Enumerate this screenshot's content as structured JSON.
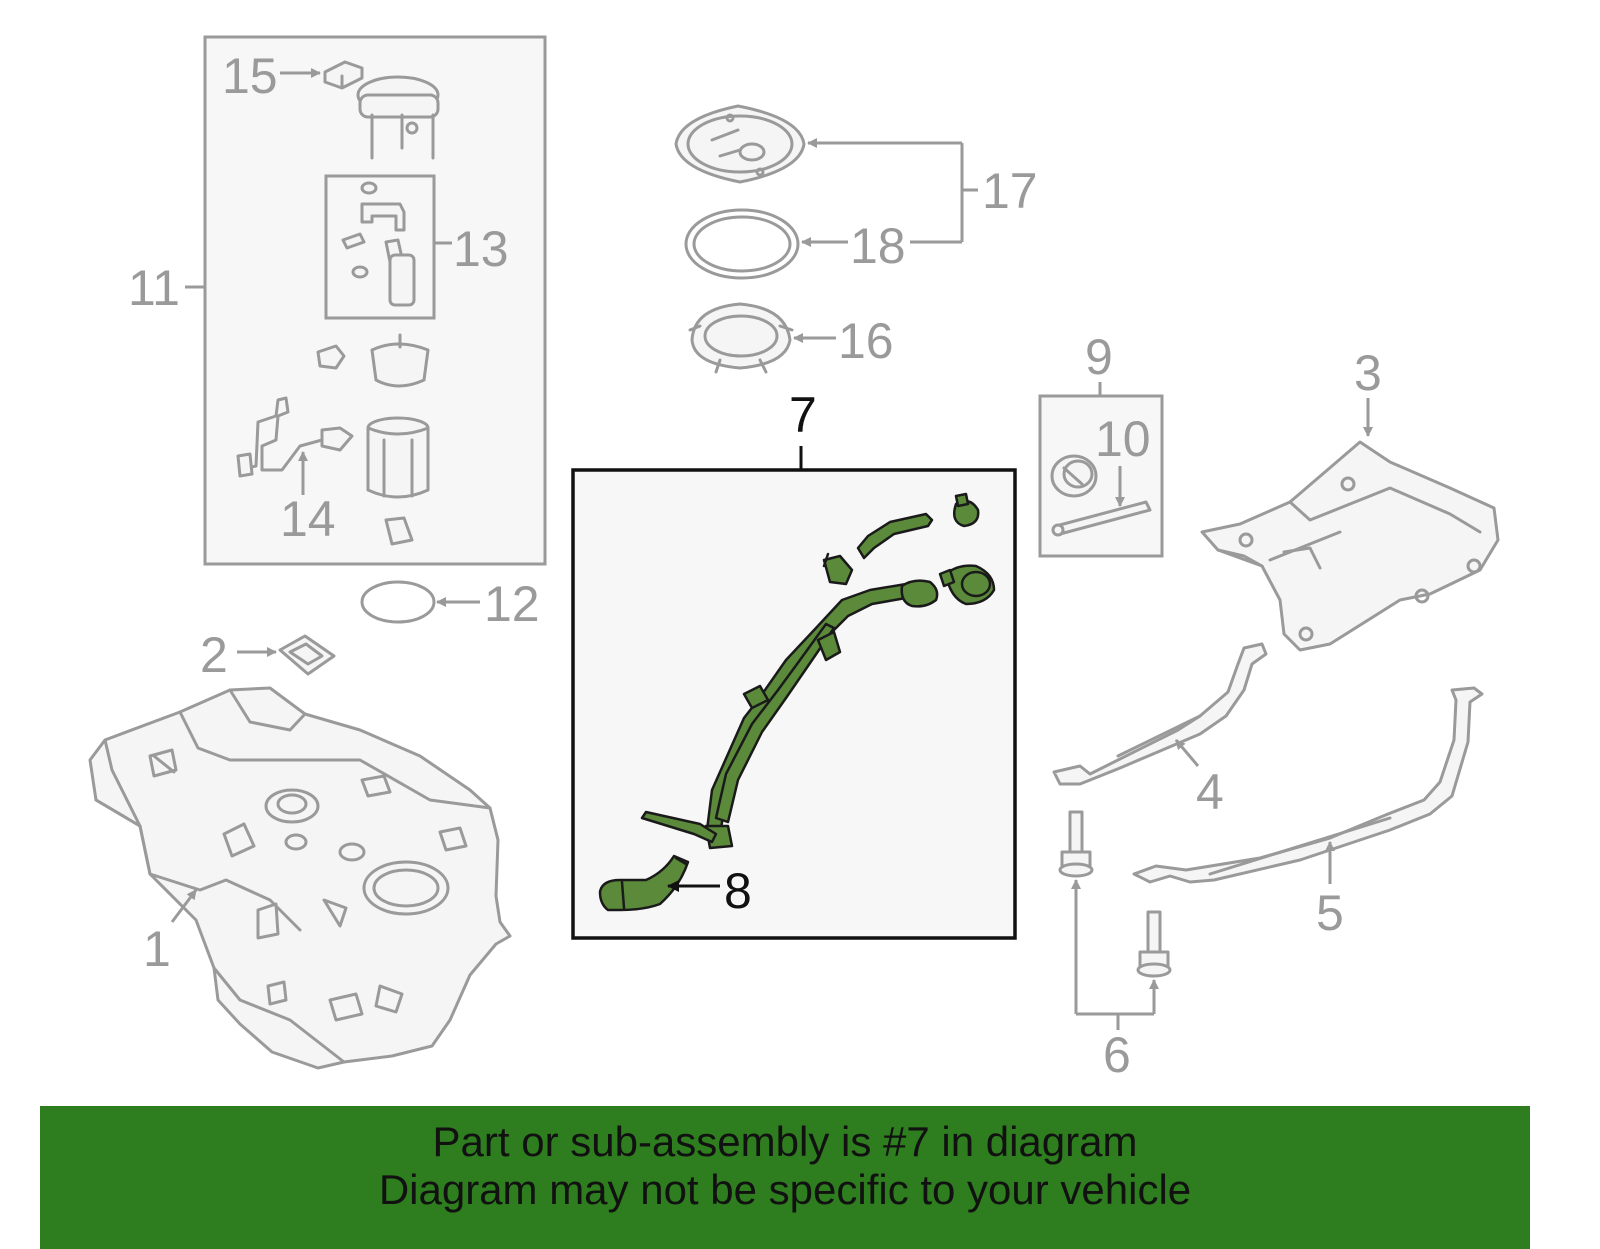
{
  "callouts": {
    "c1": "1",
    "c2": "2",
    "c3": "3",
    "c4": "4",
    "c5": "5",
    "c6": "6",
    "c7": "7",
    "c8": "8",
    "c9": "9",
    "c10": "10",
    "c11": "11",
    "c12": "12",
    "c13": "13",
    "c14": "14",
    "c15": "15",
    "c16": "16",
    "c17": "17",
    "c18": "18"
  },
  "highlight": {
    "part": "7",
    "color": "#5a8a3a"
  },
  "banner": {
    "line1": "Part or sub-assembly is #7 in diagram",
    "line2": "Diagram may not be specific to your vehicle",
    "bg_color": "#2e7d1e"
  }
}
